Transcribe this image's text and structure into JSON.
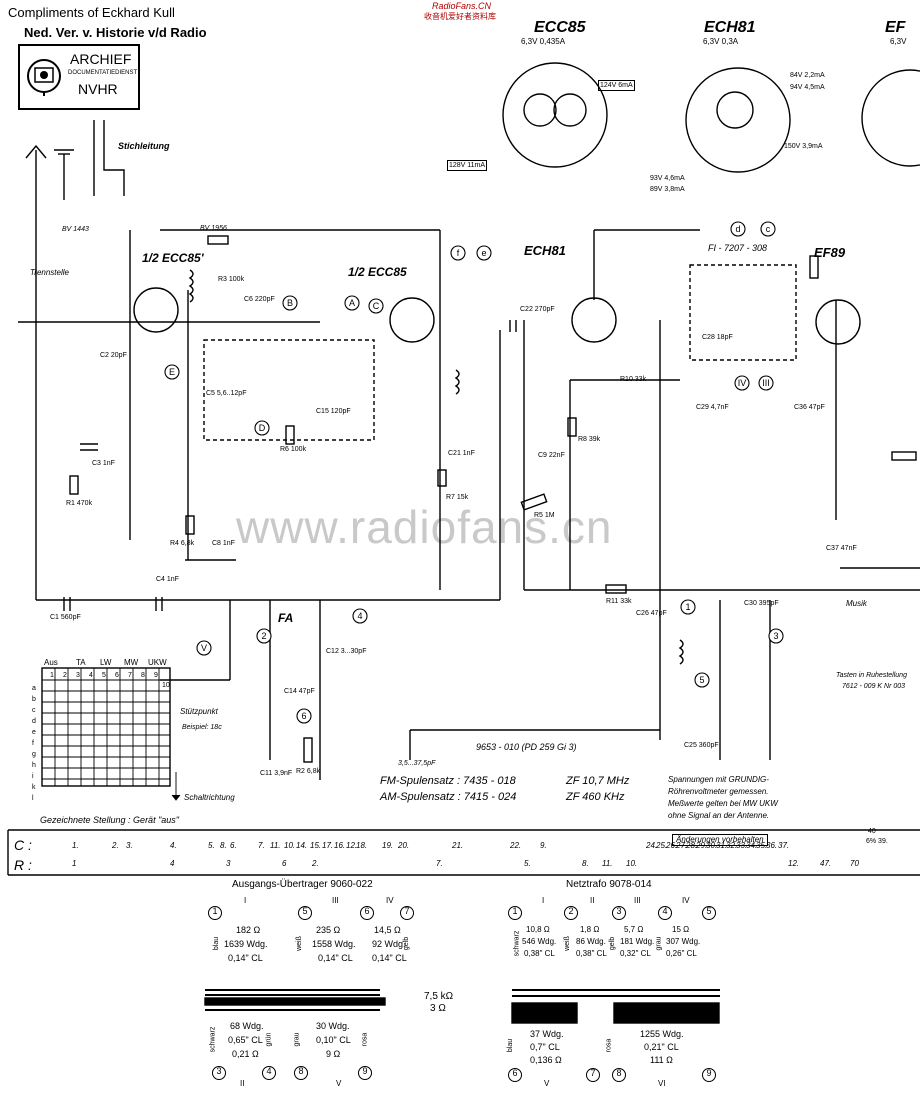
{
  "header": {
    "compliments": "Compliments of Eckhard Kull",
    "society": "Ned. Ver. v. Historie v/d Radio",
    "site_title": "RadioFans.CN",
    "site_subtitle": "收音机爱好者资料库",
    "stamp_title": "ARCHIEF",
    "stamp_sub": "DOCUMENTATIEDIENST",
    "stamp_org": "NVHR"
  },
  "watermark": "www.radiofans.cn",
  "tubes": [
    {
      "name": "ECC85",
      "spec": "6,3V 0,435A"
    },
    {
      "name": "ECH81",
      "spec": "6,3V 0,3A"
    },
    {
      "name": "EF",
      "spec": "6,3V"
    }
  ],
  "tube_labels": {
    "ecc85_half_1": "1/2 ECC85'",
    "ecc85_half_2": "1/2 ECC85",
    "ech81": "ECH81",
    "ef89": "EF89"
  },
  "voltages": {
    "v124": "124V  6mA",
    "v128": "128V  11mA",
    "v84": "84V 2,2mA",
    "v94": "94V 4,5mA",
    "v150": "150V 3,9mA",
    "v93": "93V 4,6mA",
    "v89": "89V 3,8mA"
  },
  "schematic_labels": {
    "stichleitung": "Stichleitung",
    "trennstelle": "Trennstelle",
    "bv1443": "BV 1443",
    "bv1956": "BV 1956",
    "fi": "FI - 7207 - 308",
    "fa": "FA",
    "stutzpunkt": "Stützpunkt",
    "beispiel": "Beispiel: 18c",
    "schaltrichtung": "Schaltrichtung",
    "stellung": "Gezeichnete Stellung : Gerät \"aus\"",
    "c28_range": "3,5...37,5pF",
    "coil_9653": "9653 - 010 (PD 259 Gi 3)",
    "fm_spulensatz": "FM-Spulensatz :  7435 - 018",
    "am_spulensatz": "AM-Spulensatz :  7415 - 024",
    "zf_fm": "ZF 10,7 MHz",
    "zf_am": "ZF 460 KHz",
    "note_1": "Spannungen mit GRUNDIG-",
    "note_2": "Röhrenvoltmeter gemessen.",
    "note_3": "Meßwerte gelten bei  MW  UKW",
    "note_4": "ohne Signal an der Antenne.",
    "aenderungen": "Änderungen vorbehalten",
    "tasten": "Tasten in Ruhestellung",
    "tasten_nr": "7612 - 009 K Nr 003",
    "musik": "Musik"
  },
  "switch_header": [
    "Aus",
    "TA",
    "LW",
    "MW",
    "UKW"
  ],
  "switch_rows": [
    "a",
    "b",
    "c",
    "d",
    "e",
    "f",
    "g",
    "h",
    "i",
    "k",
    "l"
  ],
  "switch_cols": [
    "1",
    "2",
    "3",
    "4",
    "5",
    "6",
    "7",
    "8",
    "9",
    "10"
  ],
  "components": {
    "r1": "R1 470k",
    "r2": "R2 6,8k",
    "r3": "R3 100k",
    "r4": "R4 6,8k",
    "r5": "R5 1M",
    "r6": "R6 100k",
    "r7": "R7 15k",
    "r8": "R8 39k",
    "r10": "R10 33k",
    "r11": "R11 33k",
    "c1": "C1 560pF",
    "c2": "C2 20pF",
    "c3": "C3 1nF",
    "c4": "C4 1nF",
    "c5": "C5 5,6..12pF",
    "c6": "C6 220pF",
    "c8": "C8 1nF",
    "c9": "C9 22nF",
    "c11": "C11 3,9nF",
    "c12": "C12 3...30pF",
    "c14": "C14 47pF",
    "c15": "C15 120pF",
    "c21": "C21 1nF",
    "c22": "C22 270pF",
    "c25": "C25 360pF",
    "c26": "C26 47pF",
    "c28": "C28 18pF",
    "c29": "C29 4,7nF",
    "c30": "C30 395pF",
    "c36": "C36 47pF",
    "c37": "C37 47nF"
  },
  "ref_table": {
    "c_label": "C :",
    "r_label": "R :",
    "c_values": [
      "1.",
      "2.",
      "3.",
      "4.",
      "5.",
      "8.",
      "6.",
      "7.",
      "11.",
      "10.",
      "14.",
      "15.",
      "17.",
      "16.",
      "12.",
      "18.",
      "19.",
      "20.",
      "21.",
      "22.",
      "9.",
      "24.",
      "25.",
      "26.",
      "27.",
      "28.",
      "29.",
      "30.",
      "31.",
      "32.",
      "33.",
      "34.",
      "35.",
      "36.",
      "37."
    ],
    "r_values": [
      "1",
      "4",
      "3",
      "6",
      "2.",
      "7.",
      "5.",
      "8.",
      "11.",
      "10.",
      "12.",
      "47.",
      "70"
    ],
    "c_extra": "40",
    "c_extra2": "6% 39."
  },
  "transformers": {
    "output": {
      "title": "Ausgangs-Übertrager  9060-022",
      "roman_top": [
        "I",
        "III",
        "IV"
      ],
      "roman_bottom": [
        "II",
        "V"
      ],
      "pins_top": [
        "1",
        "5",
        "6",
        "7"
      ],
      "pins_bottom": [
        "3",
        "4",
        "8",
        "9"
      ],
      "windings": [
        {
          "ohm": "182 Ω",
          "turns": "1639 Wdg.",
          "wire": "0,14\" CL",
          "color": "blau"
        },
        {
          "ohm": "235 Ω",
          "turns": "1558 Wdg.",
          "wire": "0,14\" CL",
          "color": "weiß"
        },
        {
          "ohm": "14,5 Ω",
          "turns": "92 Wdg.",
          "wire": "0,14\" CL",
          "color": "gelb"
        },
        {
          "ohm": "0,21 Ω",
          "turns": "68 Wdg.",
          "wire": "0,65\" CL",
          "color": "schwarz"
        },
        {
          "ohm": "9 Ω",
          "turns": "30 Wdg.",
          "wire": "0,10\" CL",
          "color": "rosa"
        }
      ],
      "impedance": "7,5 kΩ",
      "impedance2": "3 Ω",
      "col_grau": "grau",
      "col_gruen": "grün"
    },
    "mains": {
      "title": "Netztrafo  9078-014",
      "roman_top": [
        "I",
        "II",
        "III",
        "IV"
      ],
      "roman_bottom": [
        "V",
        "VI"
      ],
      "pins_top": [
        "1",
        "2",
        "3",
        "4",
        "5"
      ],
      "pins_bottom": [
        "6",
        "7",
        "8",
        "9"
      ],
      "windings": [
        {
          "ohm": "10,8 Ω",
          "turns": "546 Wdg.",
          "wire": "0,38\" CL",
          "color": "schwarz"
        },
        {
          "ohm": "1,8 Ω",
          "turns": "86 Wdg.",
          "wire": "0,38\" CL",
          "color": "weiß"
        },
        {
          "ohm": "5,7 Ω",
          "turns": "181 Wdg.",
          "wire": "0,32\" CL",
          "color": "gelb"
        },
        {
          "ohm": "15 Ω",
          "turns": "307 Wdg.",
          "wire": "0,26\" CL",
          "color": "grau"
        },
        {
          "ohm": "0,136 Ω",
          "turns": "37 Wdg.",
          "wire": "0,7\" CL",
          "color": "blau"
        },
        {
          "ohm": "111 Ω",
          "turns": "1255 Wdg.",
          "wire": "0,21\" CL",
          "color": "rosa"
        }
      ]
    }
  }
}
